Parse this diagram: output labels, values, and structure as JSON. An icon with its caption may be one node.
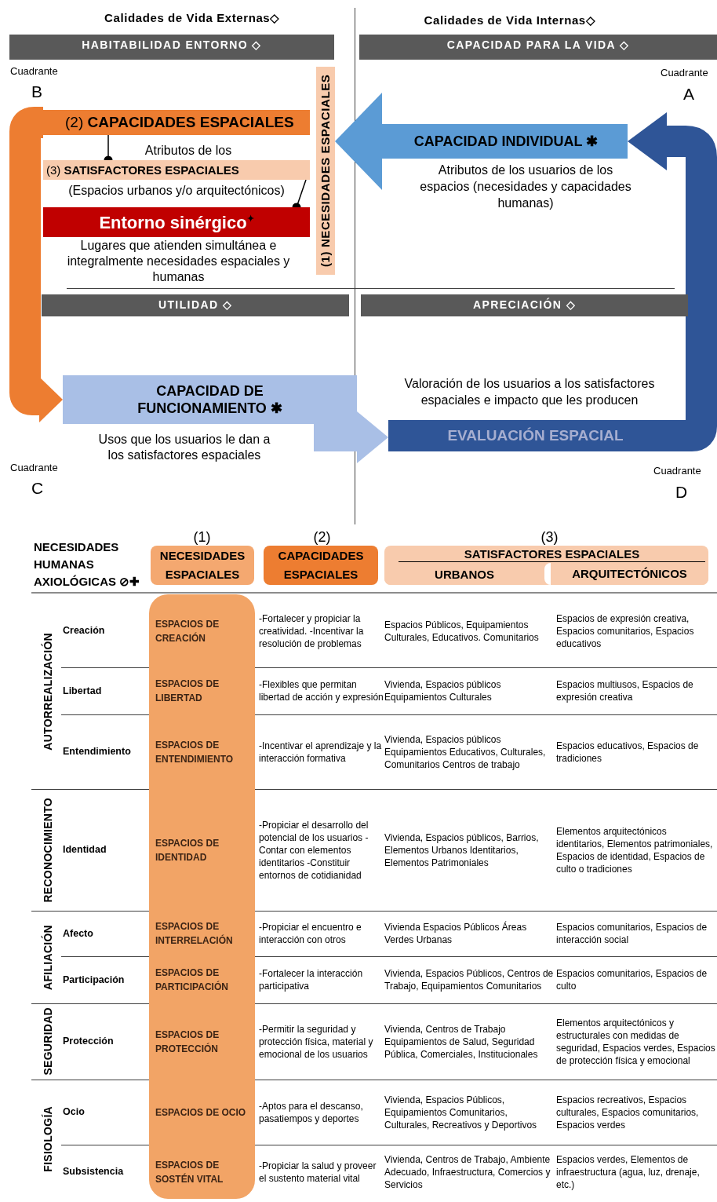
{
  "diagram": {
    "nodes": [
      {
        "text": [
          "HABITABILIDAD ENTORNO ◇"
        ]
      },
      {
        "text": [
          "CAPACIDAD PARA LA VIDA ◇"
        ]
      },
      {
        "text": [
          "(1) NECESIDADES ESPACIALES"
        ]
      },
      {
        "text": [
          "(2) **CAPACIDADES ESPACIALES**"
        ]
      },
      {
        "text": [
          "CAPACIDAD INDIVIDUAL ✱"
        ]
      },
      {
        "text": [
          "(3) **SATISFACTORES ESPACIALES**"
        ]
      },
      {
        "text": [
          "Entorno sinérgico$^{✦}$"
        ]
      },
      {
        "text": [
          "UTILIDAD ◇"
        ]
      },
      {
        "text": [
          "APRECIACIÓN ◇"
        ]
      },
      {
        "text": [
          "CAPACIDAD DE FUNCIONAMIENTO ✱"
        ]
      },
      {
        "text": [
          "EVALUACIÓN ESPACIAL"
        ]
      },
      {
        "text": [
          "NECESIDADES ESPACIALES"
        ]
      },
      {
        "text": [
          "CAPACIDADES ESPACIALES"
        ]
      },
      {
        "text": [
          "SATISFACTORES ESPACIALES"
        ]
      },
      {
        "text": [
          "URBANOS"
        ],
        "in": 13
      },
      {
        "text": [
          "ARQUITECTÓNICOS"
        ],
        "in": 13
      },
      {
        "text": [
          "ESPACIOS DE CREACIÓN",
          "ESPACIOS DE LIBERTAD",
          "ESPACIOS DE ENTENDIMIENTO",
          "ESPACIOS DE IDENTIDAD",
          "ESPACIOS DE INTERRELACIÓN",
          "ESPACIOS DE PARTICIPACIÓN",
          "ESPACIOS DE PROTECCIÓN",
          "ESPACIOS DE OCIO",
          "ESPACIOS DE SOSTÉN VITAL"
        ]
      }
    ],
    "edges": [
      {
        "from": 4,
        "to": 2,
        "arrow": "to",
        "color": "#5b9bd5"
      },
      {
        "from": 3,
        "to": 9,
        "arrow": "to",
        "color": "#ed7d31"
      },
      {
        "from": 9,
        "to": 10,
        "arrow": "to",
        "color": "#a9bfe6"
      },
      {
        "from": 10,
        "to": 4,
        "arrow": "to",
        "color": "#2f5597"
      },
      {
        "from": 3,
        "to": 5,
        "arrow": "other",
        "color": "#000000"
      },
      {
        "from": 5,
        "to": 6,
        "arrow": "other",
        "color": "#000000"
      }
    ],
    "labels": [
      "Calidades de Vida Externas◇",
      "Calidades de Vida Internas◇",
      "Cuadrante",
      "B",
      "Cuadrante",
      "A",
      "Atributos de los",
      "(Espacios urbanos y/o arquitectónicos)",
      "Atributos de los usuarios de los espacios (necesidades y capacidades humanas)",
      "Lugares que atienden simultánea e integralmente necesidades espaciales y humanas",
      "Valoración de los usuarios a los satisfactores espaciales e impacto que les producen",
      "Usos que los usuarios le dan a los satisfactores espaciales",
      "Cuadrante",
      "C",
      "Cuadrante",
      "D",
      "(1)",
      "(2)",
      "(3)",
      "NECESIDADES HUMANAS AXIOLÓGICAS ⊘✚",
      "AUTORREALIZACIÓN",
      "Creación",
      "-Fortalecer y propiciar la creatividad. -Incentivar la resolución de problemas",
      "Espacios Públicos, Equipamientos Culturales, Educativos. Comunitarios",
      "Espacios de expresión creativa, Espacios comunitarios, Espacios educativos",
      "Libertad",
      "-Flexibles que permitan libertad de acción y expresión",
      "Vivienda, Espacios públicos Equipamientos Culturales",
      "Espacios multiusos, Espacios de expresión creativa",
      "Entendimiento",
      "-Incentivar el aprendizaje y la interacción formativa",
      "Vivienda, Espacios públicos Equipamientos Educativos, Culturales, Comunitarios Centros de trabajo",
      "Espacios educativos, Espacios de tradiciones",
      "RECONOCIMIENTO",
      "Identidad",
      "-Propiciar el desarrollo del potencial de los usuarios -Contar con elementos identitarios -Constituir entornos de cotidianidad",
      "Vivienda, Espacios públicos, Barrios, Elementos Urbanos Identitarios, Elementos Patrimoniales",
      "Elementos arquitectónicos identitarios, Elementos patrimoniales, Espacios de identidad, Espacios de culto o tradiciones",
      "AFILIACIÓN",
      "Afecto",
      "-Propiciar el encuentro e interacción con otros",
      "Vivienda Espacios Públicos Áreas Verdes Urbanas",
      "Espacios comunitarios, Espacios de interacción social",
      "Participación",
      "-Fortalecer la interacción participativa",
      "Vivienda, Espacios Públicos, Centros de Trabajo, Equipamientos Comunitarios",
      "Espacios comunitarios, Espacios de culto",
      "SEGURIDAD",
      "Protección",
      "-Permitir la seguridad y protección física, material y emocional de los usuarios",
      "Vivienda, Centros de Trabajo Equipamientos de Salud, Seguridad Pública, Comerciales, Institucionales",
      "Elementos arquitectónicos y estructurales con medidas de seguridad, Espacios verdes, Espacios de protección física y emocional",
      "FISIOLOGÍA",
      "Ocio",
      "-Aptos para el descanso, pasatiempos y deportes",
      "Vivienda, Espacios Públicos, Equipamientos Comunitarios, Culturales, Recreativos y Deportivos",
      "Espacios recreativos, Espacios culturales, Espacios comunitarios, Espacios verdes",
      "Subsistencia",
      "-Propiciar la salud y proveer el sustento material vital",
      "Vivienda, Centros de Trabajo, Ambiente Adecuado, Infraestructura, Comercios y Servicios",
      "Espacios verdes, Elementos de infraestructura (agua, luz, drenaje, etc.)"
    ]
  }
}
